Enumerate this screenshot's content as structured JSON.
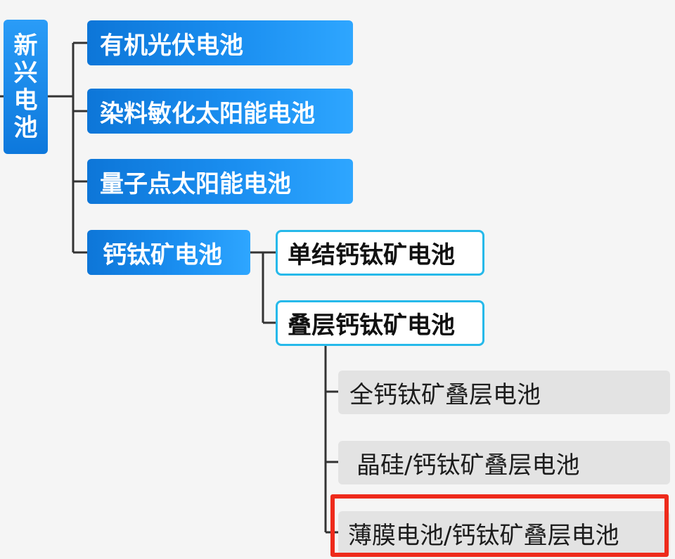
{
  "root": {
    "chars": [
      "新",
      "兴",
      "电",
      "池"
    ]
  },
  "level1": {
    "organic_pv": "有机光伏电池",
    "dye_sensitized": "染料敏化太阳能电池",
    "quantum_dot": "量子点太阳能电池",
    "perovskite": "钙钛矿电池"
  },
  "level2": {
    "single_junction": "单结钙钛矿电池",
    "tandem": "叠层钙钛矿电池"
  },
  "level3": {
    "all_perovskite": "全钙钛矿叠层电池",
    "crystalline_si": "晶硅/钙钛矿叠层电池",
    "thin_film": "薄膜电池/钙钛矿叠层电池"
  },
  "colors": {
    "blue_node": "#1a8ef0",
    "outline": "#26b9ea",
    "gray_node": "#e3e3e3",
    "highlight": "#ee2a1b",
    "connector": "#333333"
  }
}
